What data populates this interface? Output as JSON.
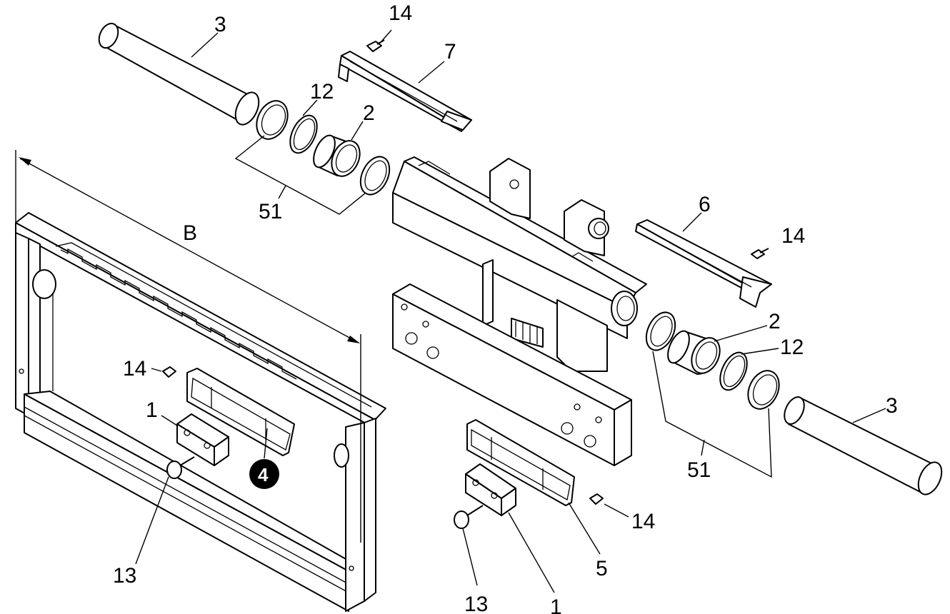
{
  "labels": {
    "dimension_b": "B",
    "tube_left": "3",
    "tube_right": "3",
    "screw_top_left": "14",
    "screw_right_top": "14",
    "screw_left_plate": "14",
    "screw_right_plate": "14",
    "guide_top": "7",
    "guide_right": "6",
    "ring_top": "12",
    "ring_right": "12",
    "bushing_top": "2",
    "bushing_right": "2",
    "kit_left": "51",
    "kit_right": "51",
    "block_left": "1",
    "block_right": "1",
    "bolt_left": "13",
    "bolt_right": "13",
    "pad": "5",
    "callout": "4"
  },
  "colors": {
    "line": "#000000",
    "background": "#ffffff",
    "callout_fill": "#000000"
  }
}
